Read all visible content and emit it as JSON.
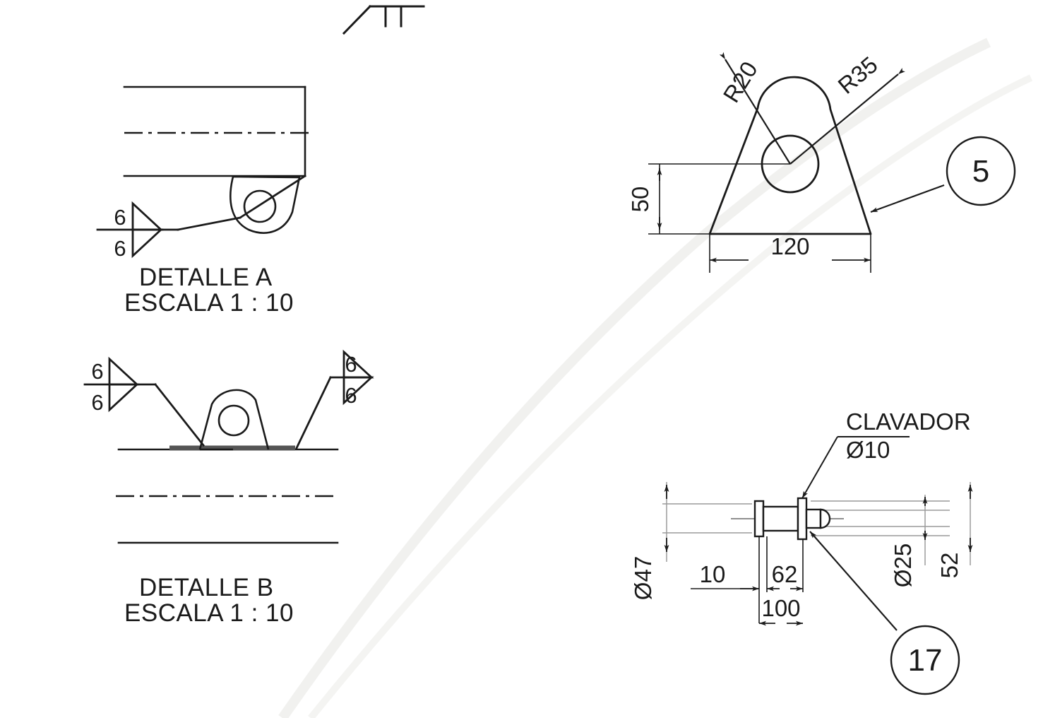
{
  "drawing": {
    "type": "mechanical-engineering-detail-drawing",
    "language": "es",
    "background_color": "#ffffff",
    "line_color": "#1b1b1b",
    "watermark_color": "#f2f2f0"
  },
  "detail_a": {
    "title": "DETALLE A",
    "scale": "ESCALA 1 : 10",
    "weld_symbol": {
      "size_top": "6",
      "size_bottom": "6",
      "type": "fillet-weld-both-sides"
    }
  },
  "detail_b": {
    "title": "DETALLE B",
    "scale": "ESCALA 1 : 10",
    "weld_symbol_left": {
      "size_top": "6",
      "size_bottom": "6",
      "type": "fillet-weld-both-sides"
    },
    "weld_symbol_right": {
      "size_top": "6",
      "size_bottom": "6",
      "type": "fillet-weld-both-sides"
    }
  },
  "lug_view": {
    "dimensions": {
      "radius_inner": "R20",
      "radius_outer": "R35",
      "height": "50",
      "width": "120"
    },
    "balloon": "5"
  },
  "pin_view": {
    "note_label": "CLAVADOR",
    "note_diameter": "Ø10",
    "dimensions": {
      "flange_dia": "Ø47",
      "offset_10": "10",
      "length_62": "62",
      "length_100": "100",
      "shaft_dia": "Ø25",
      "overall_52": "52"
    },
    "balloon": "17"
  },
  "chart_data": {
    "type": "table",
    "title": "Dimension callouts",
    "categories": [
      "R20",
      "R35",
      "50",
      "120",
      "Ø47",
      "10",
      "62",
      "100",
      "Ø25",
      "52",
      "Ø10",
      "6",
      "6"
    ],
    "values": [
      20,
      35,
      50,
      120,
      47,
      10,
      62,
      100,
      25,
      52,
      10,
      6,
      6
    ]
  }
}
